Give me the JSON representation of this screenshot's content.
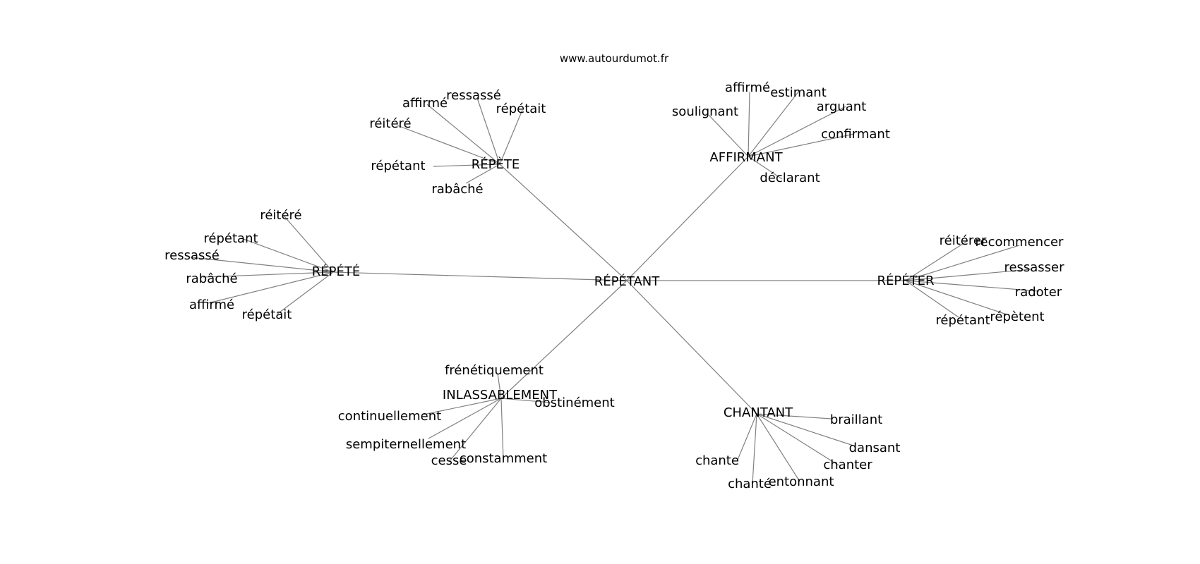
{
  "source": "www.autourdumot.fr",
  "center": {
    "id": "center",
    "label": "RÉPÉTANT"
  },
  "hubs": [
    {
      "id": "h_repete",
      "label": "RÉPÈTE",
      "leaves": [
        "ressassé",
        "affirmé",
        "répétait",
        "réitéré",
        "répétant",
        "rabâché"
      ]
    },
    {
      "id": "h_affirmant",
      "label": "AFFIRMANT",
      "leaves": [
        "affirmé",
        "estimant",
        "soulignant",
        "arguant",
        "confirmant",
        "déclarant"
      ]
    },
    {
      "id": "h_repete2",
      "label": "RÉPÉTÉ",
      "leaves": [
        "réitéré",
        "répétant",
        "ressassé",
        "rabâché",
        "affirmé",
        "répétait"
      ]
    },
    {
      "id": "h_repeter",
      "label": "RÉPÉTER",
      "leaves": [
        "réitérer",
        "recommencer",
        "ressasser",
        "radoter",
        "répètent",
        "répétant"
      ]
    },
    {
      "id": "h_inlass",
      "label": "INLASSABLEMENT",
      "leaves": [
        "frénétiquement",
        "obstinément",
        "continuellement",
        "sempiternellement",
        "cesse",
        "constamment"
      ]
    },
    {
      "id": "h_chantant",
      "label": "CHANTANT",
      "leaves": [
        "braillant",
        "dansant",
        "chanter",
        "chante",
        "chanté",
        "entonnant"
      ]
    }
  ]
}
